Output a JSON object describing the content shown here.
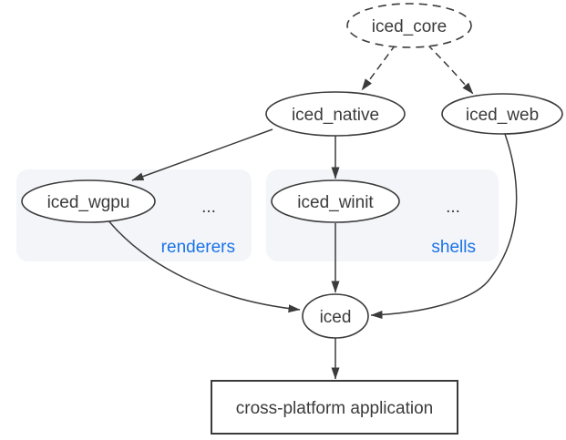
{
  "diagram": {
    "type": "dependency-graph",
    "nodes": {
      "iced_core": {
        "label": "iced_core",
        "shape": "ellipse",
        "border": "dashed"
      },
      "iced_native": {
        "label": "iced_native",
        "shape": "ellipse",
        "border": "solid"
      },
      "iced_web": {
        "label": "iced_web",
        "shape": "ellipse",
        "border": "solid"
      },
      "iced_wgpu": {
        "label": "iced_wgpu",
        "shape": "ellipse",
        "border": "solid"
      },
      "iced_winit": {
        "label": "iced_winit",
        "shape": "ellipse",
        "border": "solid"
      },
      "iced": {
        "label": "iced",
        "shape": "ellipse",
        "border": "solid"
      },
      "app": {
        "label": "cross-platform application",
        "shape": "rectangle",
        "border": "solid"
      }
    },
    "clusters": {
      "renderers": {
        "label": "renderers",
        "ellipsis": "...",
        "contains": [
          "iced_wgpu"
        ]
      },
      "shells": {
        "label": "shells",
        "ellipsis": "...",
        "contains": [
          "iced_winit"
        ]
      }
    },
    "edges": [
      {
        "from": "iced_core",
        "to": "iced_native",
        "style": "dashed"
      },
      {
        "from": "iced_core",
        "to": "iced_web",
        "style": "dashed"
      },
      {
        "from": "iced_native",
        "to": "iced_wgpu",
        "style": "solid"
      },
      {
        "from": "iced_native",
        "to": "iced_winit",
        "style": "solid"
      },
      {
        "from": "iced_wgpu",
        "to": "iced",
        "style": "solid"
      },
      {
        "from": "iced_winit",
        "to": "iced",
        "style": "solid"
      },
      {
        "from": "iced_web",
        "to": "iced",
        "style": "solid"
      },
      {
        "from": "iced",
        "to": "app",
        "style": "solid"
      }
    ],
    "colors": {
      "background": "#ffffff",
      "node_stroke": "#3b3b3b",
      "node_fill": "#ffffff",
      "text": "#3b3b3b",
      "cluster_fill": "#f3f5f9",
      "cluster_label": "#1a73e8"
    }
  }
}
